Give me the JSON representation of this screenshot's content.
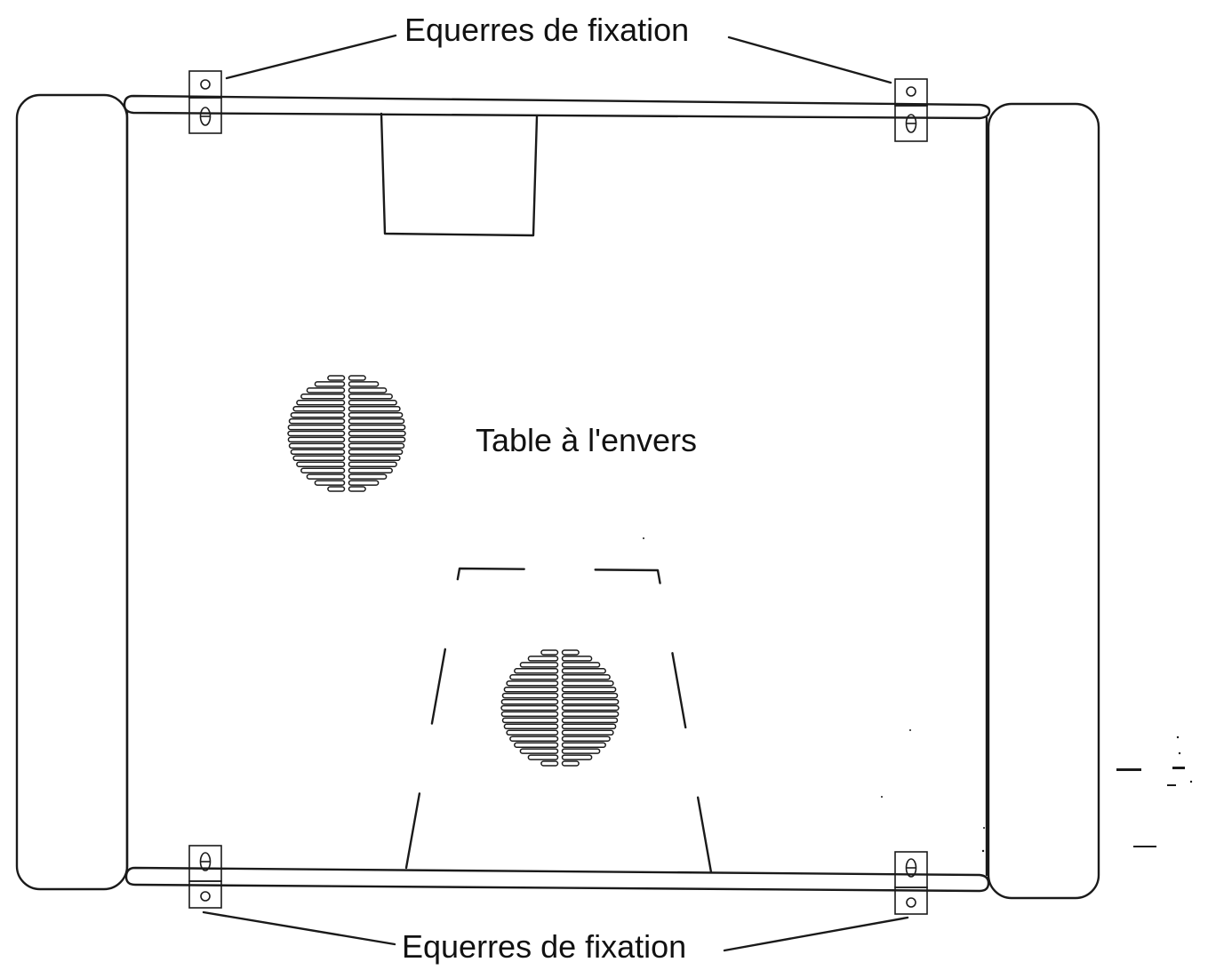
{
  "labels": {
    "top_brackets": "Equerres de fixation",
    "bottom_brackets": "Equerres de fixation",
    "center": "Table à l'envers"
  },
  "colors": {
    "line": "#1a1a1a",
    "background": "#ffffff"
  }
}
